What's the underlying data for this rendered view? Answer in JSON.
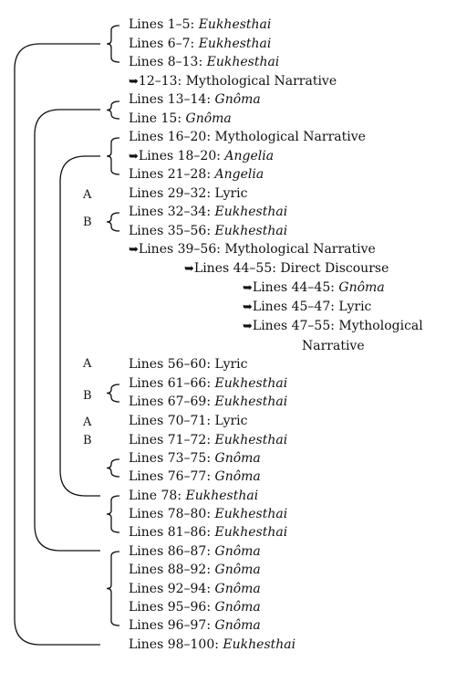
{
  "rows": [
    {
      "arrow": "",
      "lines": "Lines 1–5",
      "sep": ": ",
      "term": "Eukhesthai",
      "italic": true
    },
    {
      "arrow": "",
      "lines": "Lines 6–7",
      "sep": ": ",
      "term": "Eukhesthai",
      "italic": true
    },
    {
      "arrow": "",
      "lines": "Lines 8–13",
      "sep": ": ",
      "term": "Eukhesthai",
      "italic": true
    },
    {
      "arrow": "➥",
      "lines": "12–13",
      "sep": ": ",
      "term": "Mythological Narrative",
      "italic": false
    },
    {
      "arrow": "",
      "lines": "Lines 13–14",
      "sep": ": ",
      "term": "Gnôma",
      "italic": true
    },
    {
      "arrow": "",
      "lines": "Line 15",
      "sep": ": ",
      "term": "Gnôma",
      "italic": true
    },
    {
      "arrow": "",
      "lines": "Lines 16–20",
      "sep": ": ",
      "term": "Mythological Narrative",
      "italic": false
    },
    {
      "arrow": "➥",
      "lines": "Lines 18–20",
      "sep": ": ",
      "term": "Angelia",
      "italic": true
    },
    {
      "arrow": "",
      "lines": "Lines 21–28",
      "sep": ": ",
      "term": "Angelia",
      "italic": true
    },
    {
      "arrow": "",
      "lines": "Lines 29–32",
      "sep": ": ",
      "term": "Lyric",
      "italic": false
    },
    {
      "arrow": "",
      "lines": "Lines 32–34",
      "sep": ": ",
      "term": "Eukhesthai",
      "italic": true
    },
    {
      "arrow": "",
      "lines": "Lines 35–56",
      "sep": ": ",
      "term": "Eukhesthai",
      "italic": true
    },
    {
      "arrow": "➥",
      "lines": "Lines 39–56",
      "sep": ": ",
      "term": "Mythological Narrative",
      "italic": false
    },
    {
      "arrow": "➥",
      "lines": "Lines 44–55",
      "sep": ": ",
      "term": "Direct Discourse",
      "italic": false
    },
    {
      "arrow": "➥",
      "lines": "Lines 44–45",
      "sep": ": ",
      "term": "Gnôma",
      "italic": true
    },
    {
      "arrow": "➥",
      "lines": "Lines 45–47",
      "sep": ": ",
      "term": "Lyric",
      "italic": false
    },
    {
      "arrow": "➥",
      "lines": "Lines 47–55",
      "sep": ": ",
      "term": "Mythological",
      "italic": false
    },
    {
      "arrow": "",
      "lines": "",
      "sep": "",
      "term": "Narrative",
      "italic": false
    },
    {
      "arrow": "",
      "lines": "Lines 56–60",
      "sep": ": ",
      "term": "Lyric",
      "italic": false
    },
    {
      "arrow": "",
      "lines": "Lines 61–66",
      "sep": ": ",
      "term": "Eukhesthai",
      "italic": true
    },
    {
      "arrow": "",
      "lines": "Lines 67–69",
      "sep": ": ",
      "term": "Eukhesthai",
      "italic": true
    },
    {
      "arrow": "",
      "lines": "Lines 70–71",
      "sep": ": ",
      "term": "Lyric",
      "italic": false
    },
    {
      "arrow": "",
      "lines": "Lines 71–72",
      "sep": ": ",
      "term": "Eukhesthai",
      "italic": true
    },
    {
      "arrow": "",
      "lines": "Lines 73–75",
      "sep": ": ",
      "term": "Gnôma",
      "italic": true
    },
    {
      "arrow": "",
      "lines": "Lines 76–77",
      "sep": ": ",
      "term": "Gnôma",
      "italic": true
    },
    {
      "arrow": "",
      "lines": "Line 78",
      "sep": ": ",
      "term": "Eukhesthai",
      "italic": true
    },
    {
      "arrow": "",
      "lines": "Lines 78–80",
      "sep": ": ",
      "term": "Eukhesthai",
      "italic": true
    },
    {
      "arrow": "",
      "lines": "Lines 81–86",
      "sep": ": ",
      "term": "Eukhesthai",
      "italic": true
    },
    {
      "arrow": "",
      "lines": "Lines 86–87",
      "sep": ": ",
      "term": "Gnôma",
      "italic": true
    },
    {
      "arrow": "",
      "lines": "Lines 88–92",
      "sep": ": ",
      "term": "Gnôma",
      "italic": true
    },
    {
      "arrow": "",
      "lines": "Lines 92–94",
      "sep": ": ",
      "term": "Gnôma",
      "italic": true
    },
    {
      "arrow": "",
      "lines": "Lines 95–96",
      "sep": ": ",
      "term": "Gnôma",
      "italic": true
    },
    {
      "arrow": "",
      "lines": "Lines 96–97",
      "sep": ": ",
      "term": "Gnôma",
      "italic": true
    },
    {
      "arrow": "",
      "lines": "Lines 98–100",
      "sep": ": ",
      "term": "Eukhesthai",
      "italic": true
    }
  ],
  "marks": [
    "A",
    "B",
    "A",
    "B",
    "A",
    "B"
  ]
}
